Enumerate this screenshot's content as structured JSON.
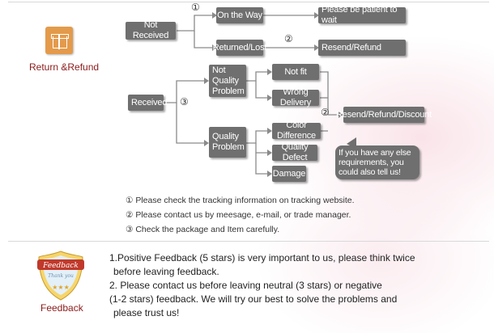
{
  "return_section": {
    "title": "Return &Refund",
    "icon": "gift-box-icon",
    "not_received": {
      "label": "Not Received",
      "branch1_num": "①",
      "on_the_way": "On the Way",
      "patient": "Please be patient to wait",
      "branch2_num": "②",
      "returned_lost": "Returned/Lost",
      "resend_refund": "Resend/Refund"
    },
    "received": {
      "label": "Received",
      "num": "③",
      "not_quality_problem": "Not Quality Problem",
      "not_fit": "Not fit",
      "wrong_delivery": "Wrong Delivery",
      "quality_problem": "Quality Problem",
      "color_difference": "Color Difference",
      "quality_defect": "Quality Defect",
      "damage": "Damage",
      "resend_num": "②",
      "resend_refund_discount": "Resend/Refund/Discount",
      "bubble": "If you have any else requirements, you could also tell us!"
    },
    "notes": [
      "① Please check the tracking information on tracking website.",
      "② Please contact us by meesage, e-mail, or trade manager.",
      "③ Check the package and Item carefully."
    ]
  },
  "feedback_section": {
    "title": "Feedback",
    "badge_text": "Feedback",
    "badge_sub": "Thank you",
    "lines": [
      "1.Positive Feedback (5 stars) is very important to us, please think twice",
      "before leaving feedback.",
      "2. Please contact us before leaving neutral (3 stars) or negative",
      "(1-2 stars) feedback. We will try our best to solve the problems and",
      "please trust us!"
    ]
  },
  "colors": {
    "box": "#6f6f6f",
    "accent": "#8b1a1a",
    "icon_orange": "#e49a4b"
  }
}
